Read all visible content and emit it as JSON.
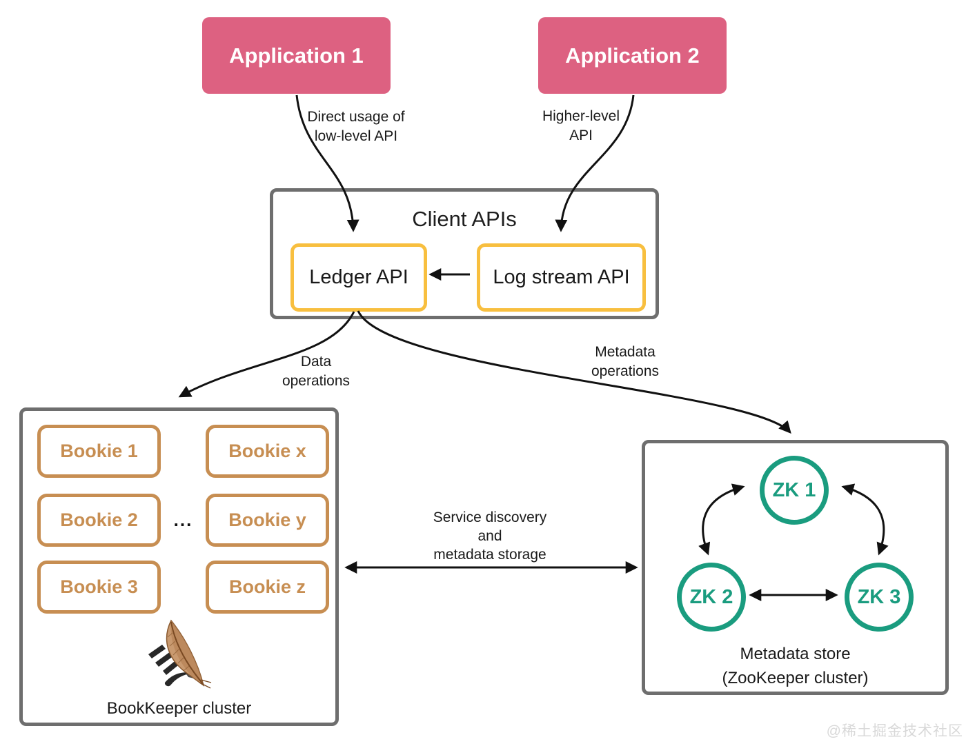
{
  "applications": [
    {
      "label": "Application 1"
    },
    {
      "label": "Application 2"
    }
  ],
  "client_apis": {
    "title": "Client APIs",
    "ledger_label": "Ledger API",
    "log_stream_label": "Log stream API"
  },
  "edge_labels": {
    "direct_usage_line1": "Direct usage of",
    "direct_usage_line2": "low-level API",
    "higher_level_line1": "Higher-level",
    "higher_level_line2": "API",
    "data_ops_line1": "Data",
    "data_ops_line2": "operations",
    "metadata_ops_line1": "Metadata",
    "metadata_ops_line2": "operations",
    "service_line1": "Service discovery",
    "service_line2": "and",
    "service_line3": "metadata storage"
  },
  "bookkeeper_cluster": {
    "label": "BookKeeper cluster",
    "ellipsis": "...",
    "bookies_col1": [
      "Bookie 1",
      "Bookie 2",
      "Bookie 3"
    ],
    "bookies_col2": [
      "Bookie x",
      "Bookie y",
      "Bookie z"
    ],
    "logo": "apache-bookkeeper-feather-icon"
  },
  "metadata_store": {
    "label_line1": "Metadata store",
    "label_line2": "(ZooKeeper cluster)",
    "nodes": [
      "ZK 1",
      "ZK 2",
      "ZK 3"
    ]
  },
  "watermark": "@稀土掘金技术社区",
  "colors": {
    "application_pink": "#dd6181",
    "api_yellow": "#f8bf3f",
    "bookie_tan": "#c78e52",
    "zookeeper_teal": "#1a9c7f",
    "container_gray": "#6e6e6e",
    "arrow_black": "#111111"
  }
}
